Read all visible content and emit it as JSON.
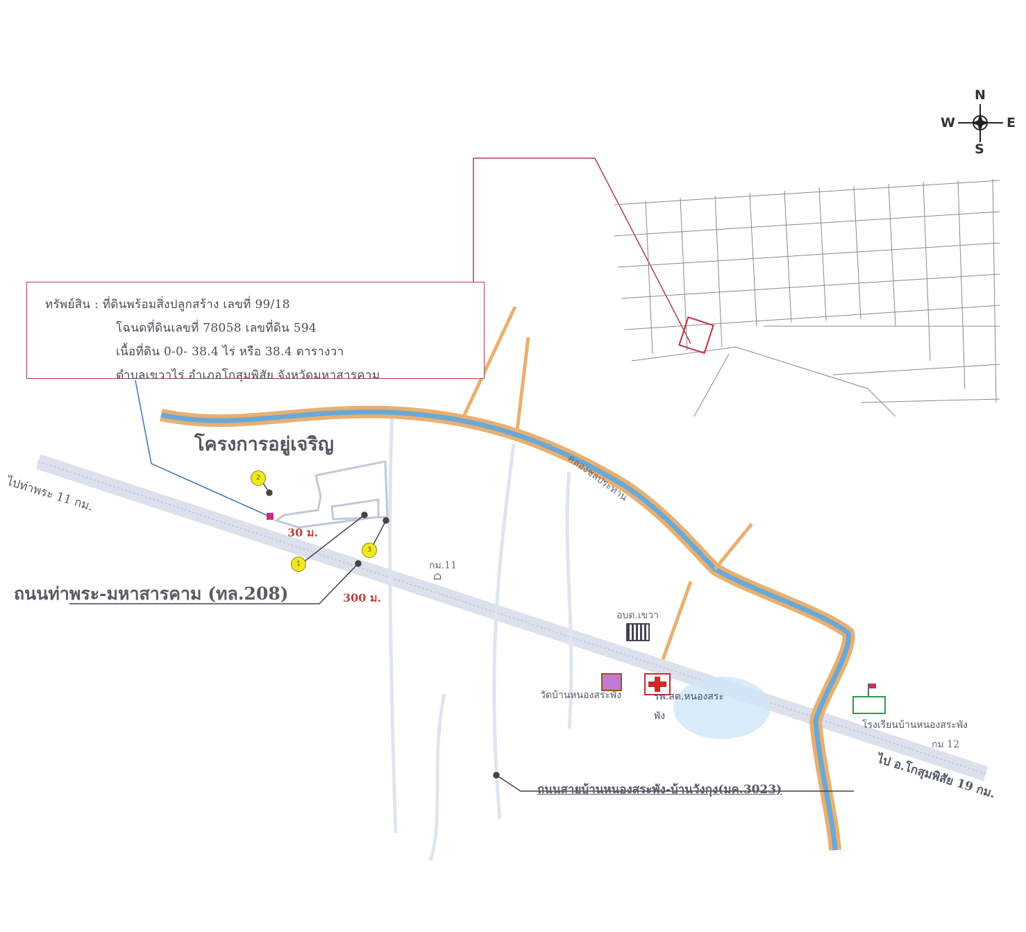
{
  "info_box": {
    "line1": "ทรัพย์สิน : ที่ดินพร้อมสิ่งปลูกสร้าง เลขที่ 99/18",
    "line2": "โฉนดที่ดินเลขที่ 78058 เลขที่ดิน 594",
    "line3": "เนื้อที่ดิน 0-0- 38.4 ไร่ หรือ 38.4 ตารางวา",
    "line4": "ตำบลเขวาไร่ อำเภอโกสุมพิสัย จังหวัดมหาสารคาม"
  },
  "labels": {
    "project": "โครงการอยู่เจริญ",
    "main_road": "ถนนท่าพระ-มหาสารคาม (ทล.208)",
    "to_thapra": "ไปท่าพระ 11 กม.",
    "to_kosum": "ไป อ.โกสุมพิสัย 19 กม.",
    "canal": "คลองชลประทาน",
    "dist_30": "30 ม.",
    "dist_300": "300 ม.",
    "km11": "กม.11",
    "km12": "กม 12",
    "sao": "อบต.เขวา",
    "temple": "วัดบ้านหนองสระพัง",
    "hospital": "รพ.สต.หนองสระพัง",
    "school": "โรงเรียนบ้านหนองสระพัง",
    "side_road": "ถนนสายบ้านหนองสระพัง-บ้านวังกุง(มค.3023)"
  },
  "markers": [
    "1",
    "2",
    "3"
  ],
  "compass": {
    "n": "N",
    "s": "S",
    "e": "E",
    "w": "W"
  },
  "colors": {
    "road_orange": "#e8b070",
    "canal_blue": "#6aa8d8",
    "box_border": "#b03a4a",
    "marker_yellow": "#f3e71e",
    "lead_blue": "#3a70b8",
    "hospital_red": "#d02828"
  }
}
